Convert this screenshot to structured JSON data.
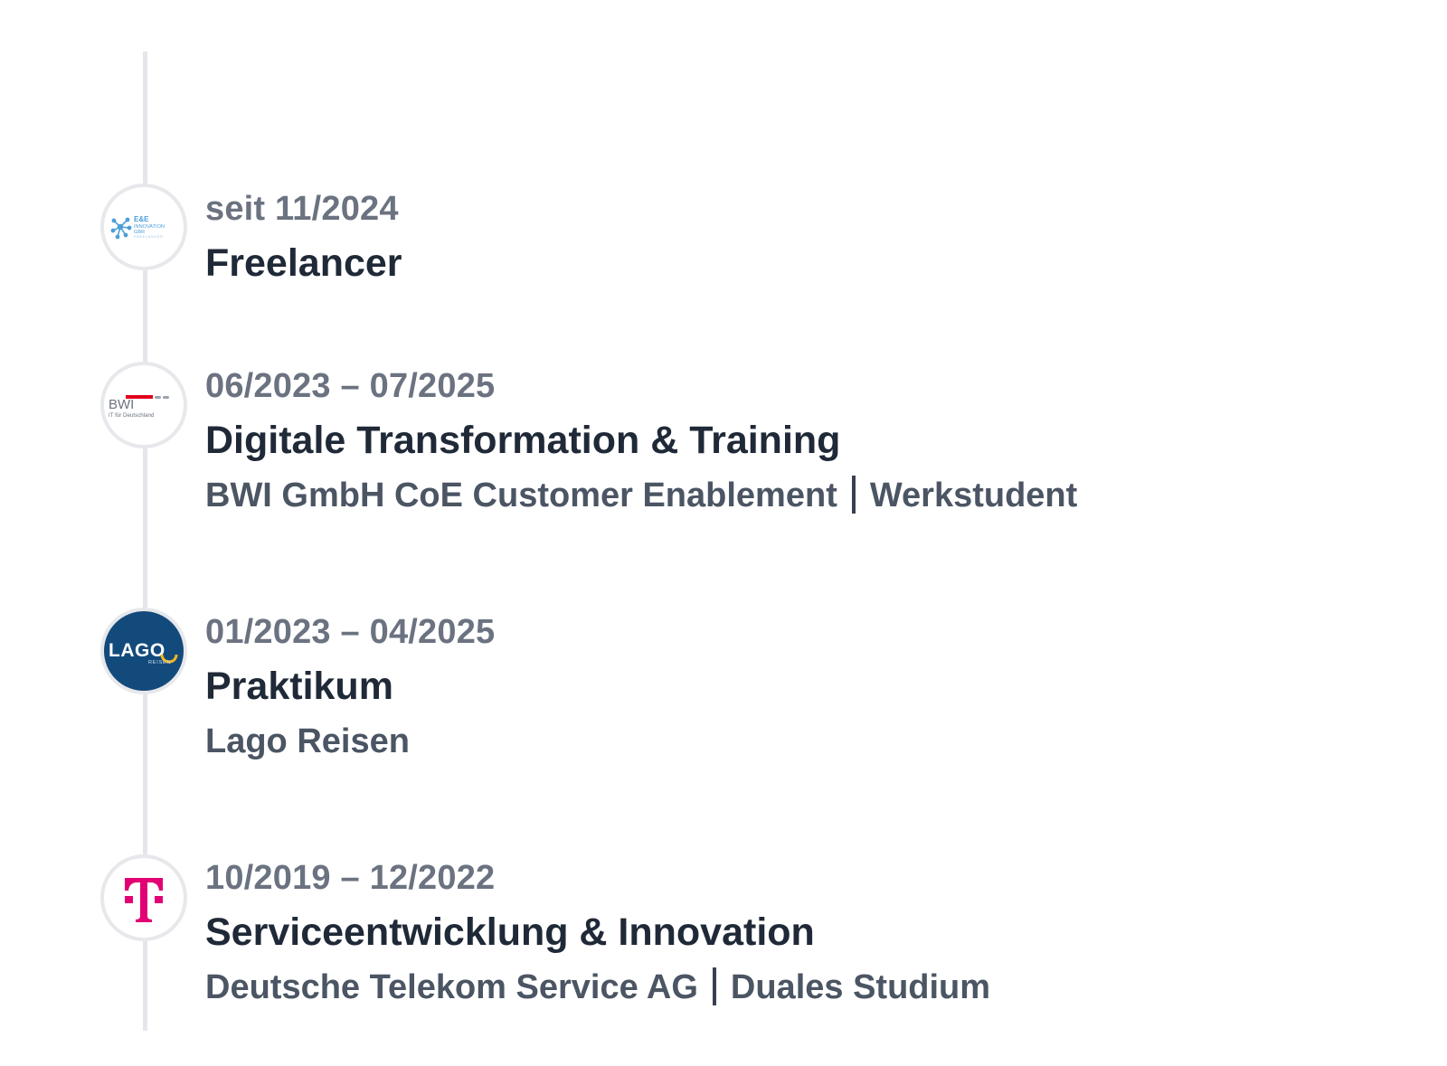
{
  "timeline": {
    "entries": [
      {
        "logo": {
          "icon": "ee-innovation-logo",
          "lines": [
            "E&E",
            "INNOVATION",
            "GBR",
            "FREELANCER"
          ]
        },
        "date": "seit 11/2024",
        "title": "Freelancer"
      },
      {
        "logo": {
          "icon": "bwi-logo",
          "lines": [
            "BWI",
            "IT für Deutschland"
          ]
        },
        "date": "06/2023 – 07/2025",
        "title": "Digitale Transformation & Training",
        "company": "BWI GmbH CoE Customer Enablement",
        "role": "Werkstudent"
      },
      {
        "logo": {
          "icon": "lago-reisen-logo",
          "lines": [
            "LAGO",
            "REISEN"
          ]
        },
        "date": "01/2023 – 04/2025",
        "title": "Praktikum",
        "company": "Lago Reisen"
      },
      {
        "logo": {
          "icon": "telekom-logo"
        },
        "date": "10/2019 – 12/2022",
        "title": "Serviceentwicklung & Innovation",
        "company": "Deutsche Telekom Service AG",
        "role": "Duales Studium"
      }
    ]
  },
  "colors": {
    "date": "#6b7280",
    "title": "#1f2937",
    "subtitle": "#4b5563",
    "timeline": "#e4e6ea",
    "lago_blue": "#134a7c",
    "telekom_magenta": "#e20074",
    "bwi_red": "#e3001b"
  }
}
